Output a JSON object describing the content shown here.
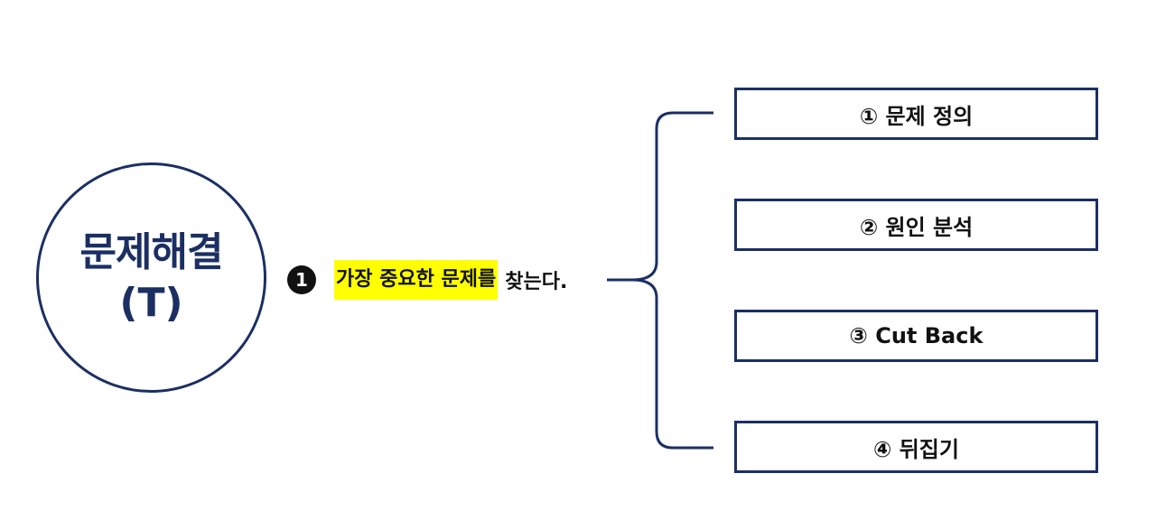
{
  "center": {
    "title_line1": "문제해결",
    "title_line2": "(T)"
  },
  "statement": {
    "number": "1",
    "highlighted": "가장 중요한 문제를",
    "rest": "찾는다."
  },
  "steps": [
    {
      "label": "① 문제 정의"
    },
    {
      "label": "② 원인 분석"
    },
    {
      "label": "③ Cut Back"
    },
    {
      "label": "④ 뒤집기"
    }
  ],
  "colors": {
    "navy": "#1b2f63",
    "highlight": "#ffff00"
  }
}
